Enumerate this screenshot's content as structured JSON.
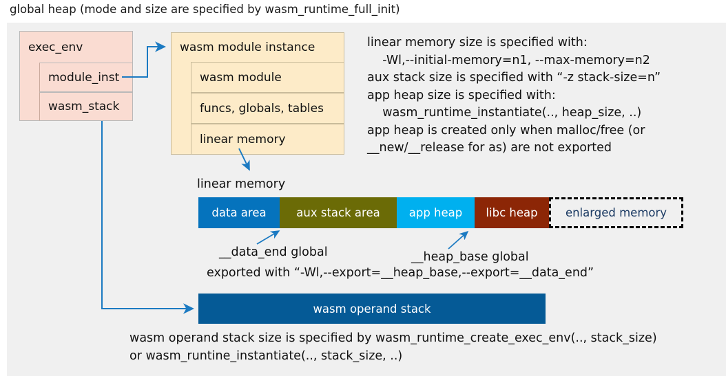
{
  "title": "global heap (mode and size are specified by wasm_runtime_full_init)",
  "colors": {
    "canvas_bg": "#f0f0f0",
    "exec_env_fill": "#fadcd2",
    "module_inst_fill": "#fdebc8",
    "connector": "#1b7ac2",
    "data_area": "#0573bd",
    "aux_stack_area": "#6b6b06",
    "app_heap": "#00b0ef",
    "libc_heap": "#8c2606",
    "enlarged_memory_text": "#1b3a63",
    "operand_stack": "#055a96"
  },
  "exec_env": {
    "title": "exec_env",
    "fields": [
      {
        "label": "module_inst"
      },
      {
        "label": "wasm_stack"
      }
    ]
  },
  "module_instance": {
    "title": "wasm module instance",
    "fields": [
      {
        "label": "wasm module"
      },
      {
        "label": "funcs, globals, tables"
      },
      {
        "label": "linear memory"
      }
    ]
  },
  "right_note": "linear memory size is specified with:\n    -Wl,--initial-memory=n1, --max-memory=n2\naux stack size is specified with “-z stack-size=n”\napp heap size is specified with:\n    wasm_runtime_instantiate(.., heap_size, ..)\napp heap is created only when malloc/free (or\n__new/__release for as) are not exported",
  "linear_memory": {
    "label": "linear memory",
    "segments": [
      {
        "label": "data area",
        "color": "#0573bd",
        "width": 118
      },
      {
        "label": "aux stack area",
        "color": "#6b6b06",
        "width": 170
      },
      {
        "label": "app heap",
        "color": "#00b0ef",
        "width": 113
      },
      {
        "label": "libc heap",
        "color": "#8c2606",
        "width": 108
      },
      {
        "label": "enlarged memory",
        "color": "#f0f0f0",
        "width": 195,
        "dashed": true
      }
    ]
  },
  "annotations": {
    "data_end": "__data_end global",
    "heap_base": "__heap_base global",
    "exported_with": "exported with “-Wl,--export=__heap_base,--export=__data_end”"
  },
  "operand_stack": {
    "label": "wasm operand stack",
    "note": "wasm operand stack size is specified by wasm_runtime_create_exec_env(.., stack_size)\nor wasm_runtine_instantiate(.., stack_size, ..)"
  }
}
